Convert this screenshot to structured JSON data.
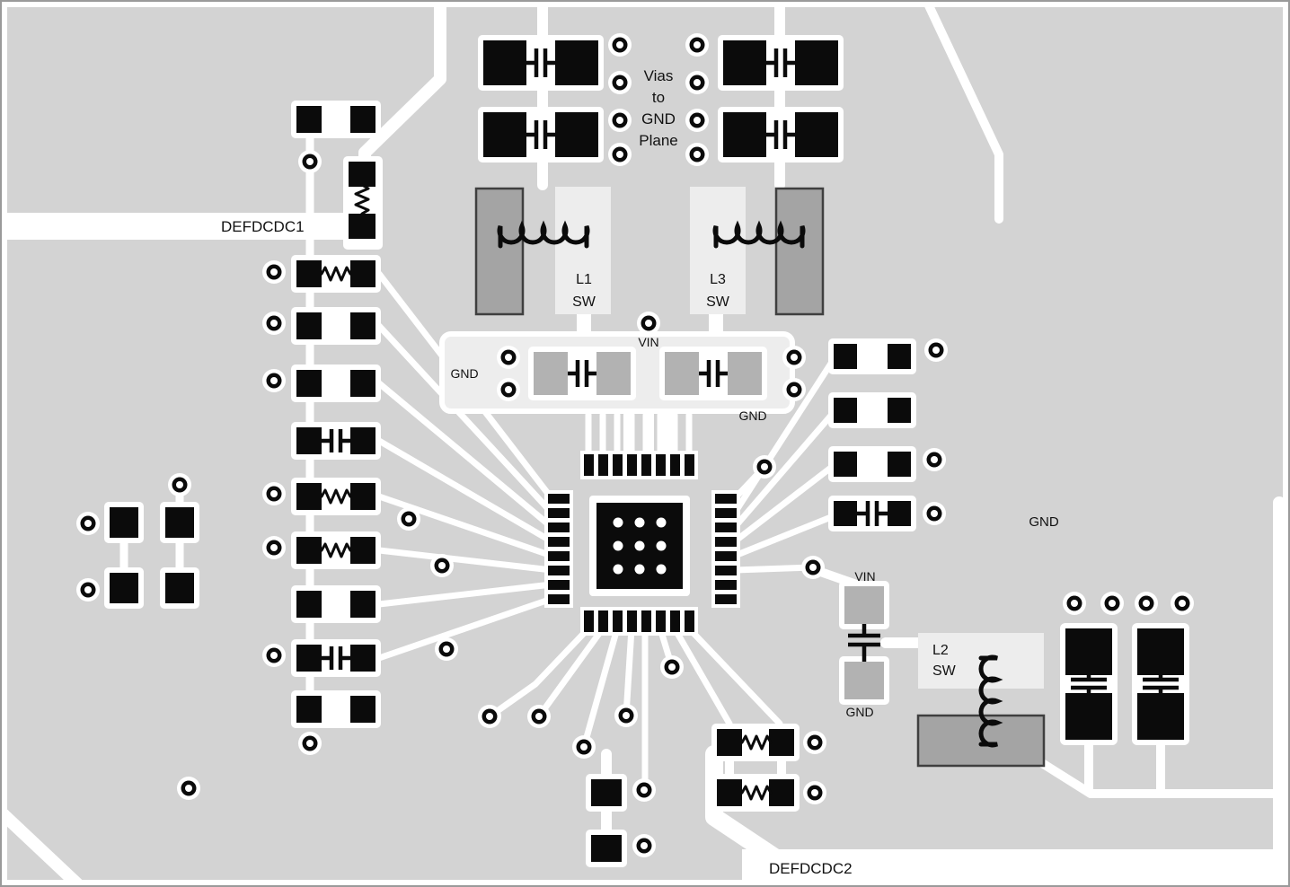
{
  "figure": {
    "type": "pcb-layout",
    "labels": {
      "vias_note": [
        "Vias",
        "to",
        "GND",
        "Plane"
      ],
      "defdcdc1": "DEFDCDC1",
      "defdcdc2": "DEFDCDC2",
      "l1_name": "L1",
      "l1_net": "SW",
      "l3_name": "L3",
      "l3_net": "SW",
      "l2_name": "L2",
      "l2_net": "SW",
      "vin_top": "VIN",
      "vin_right": "VIN",
      "gnd_input_left": "GND",
      "gnd_input_right": "GND",
      "gnd_plane": "GND",
      "gnd_l2": "GND"
    },
    "colors": {
      "board": "#d3d3d3",
      "trace": "#ffffff",
      "copper": "#0b0b0b",
      "pad_gray": "#b2b2b2",
      "body_gray": "#a4a4a4",
      "region_light": "#ededed",
      "text": "#111111"
    }
  }
}
